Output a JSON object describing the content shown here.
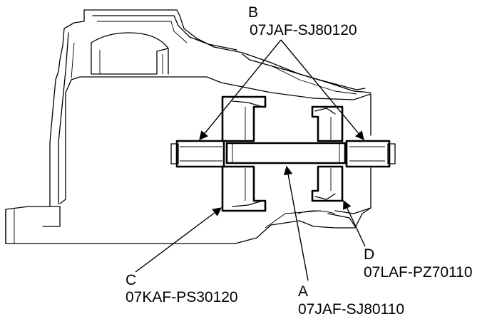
{
  "callouts": {
    "a": {
      "letter": "A",
      "part": "07JAF-SJ80110"
    },
    "b": {
      "letter": "B",
      "part": "07JAF-SJ80120"
    },
    "c": {
      "letter": "C",
      "part": "07KAF-PS30120"
    },
    "d": {
      "letter": "D",
      "part": "07LAF-PZ70110"
    }
  },
  "colors": {
    "line": "#000000",
    "background": "#ffffff"
  }
}
